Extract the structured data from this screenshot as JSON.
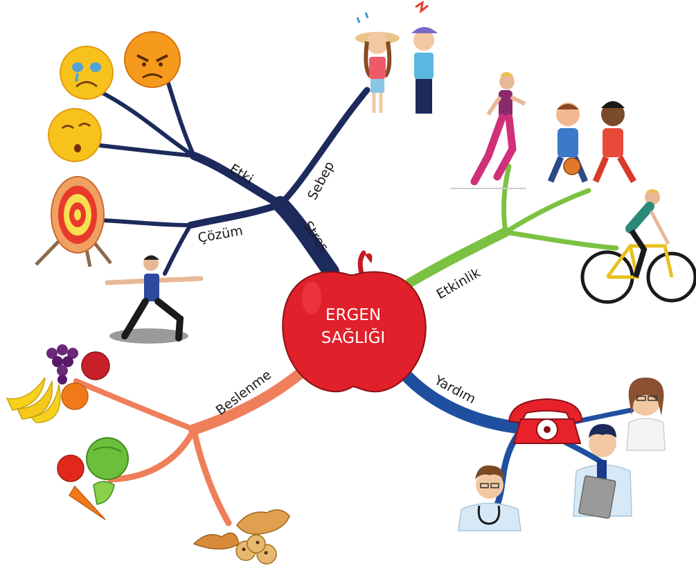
{
  "center": {
    "line1": "ERGEN",
    "line2": "SAĞLIĞI"
  },
  "branches": {
    "stres": "Stres",
    "sebep": "Sebep",
    "etki": "Etki",
    "cozum": "Çözüm",
    "etkinlik": "Etkinlik",
    "yardim": "Yardım",
    "beslenme": "Beslenme"
  },
  "colors": {
    "stres_branch": "#1c2a5c",
    "etkinlik_branch": "#7cc242",
    "yardim_branch": "#1f4fa0",
    "beslenme_branch": "#ee7f5a",
    "apple": "#e0202a"
  },
  "icons": {
    "sad_face": "crying-emoji-icon",
    "angry_face": "angry-emoji-icon",
    "sleepy_face": "sleepy-emoji-icon",
    "target": "target-icon",
    "yoga": "yoga-woman-icon",
    "stressed_kids": "stressed-kids-icon",
    "runner": "runner-icon",
    "basketball": "basketball-kids-icon",
    "cyclist": "cyclist-icon",
    "telephone": "telephone-icon",
    "nurse": "nurse-icon",
    "doctor1": "doctor-icon",
    "doctor2": "doctor-clipboard-icon",
    "fruits": "fruits-icon",
    "vegetables": "vegetables-icon",
    "pastries": "pastries-icon"
  }
}
